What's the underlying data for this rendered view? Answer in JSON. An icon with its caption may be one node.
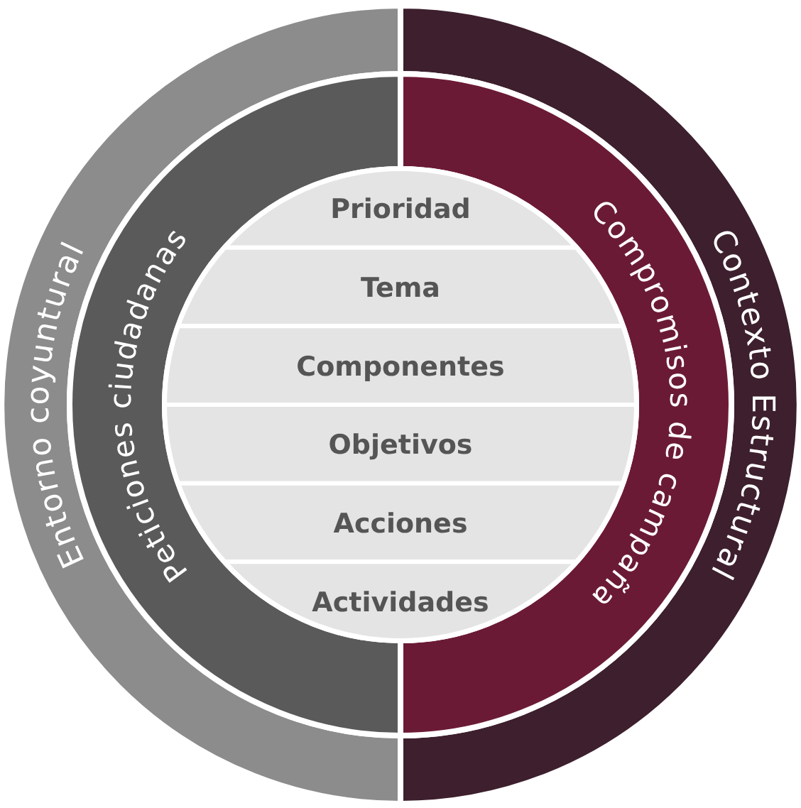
{
  "diagram": {
    "nodes": [
      {
        "text": [
          "Entorno coyuntural"
        ]
      },
      {
        "text": [
          "Contexto Estructural"
        ]
      },
      {
        "text": [
          "Peticiones ciudadanas"
        ]
      },
      {
        "text": [
          "Compromisos de campaña"
        ]
      },
      {
        "text": [],
        "shape": "circle"
      },
      {
        "text": [
          "Prioridad"
        ],
        "in": 4
      },
      {
        "text": [
          "Tema"
        ],
        "in": 4
      },
      {
        "text": [
          "Componentes"
        ],
        "in": 4
      },
      {
        "text": [
          "Objetivos"
        ],
        "in": 4
      },
      {
        "text": [
          "Acciones"
        ],
        "in": 4
      },
      {
        "text": [
          "Actividades"
        ],
        "in": 4
      }
    ],
    "edges": []
  }
}
